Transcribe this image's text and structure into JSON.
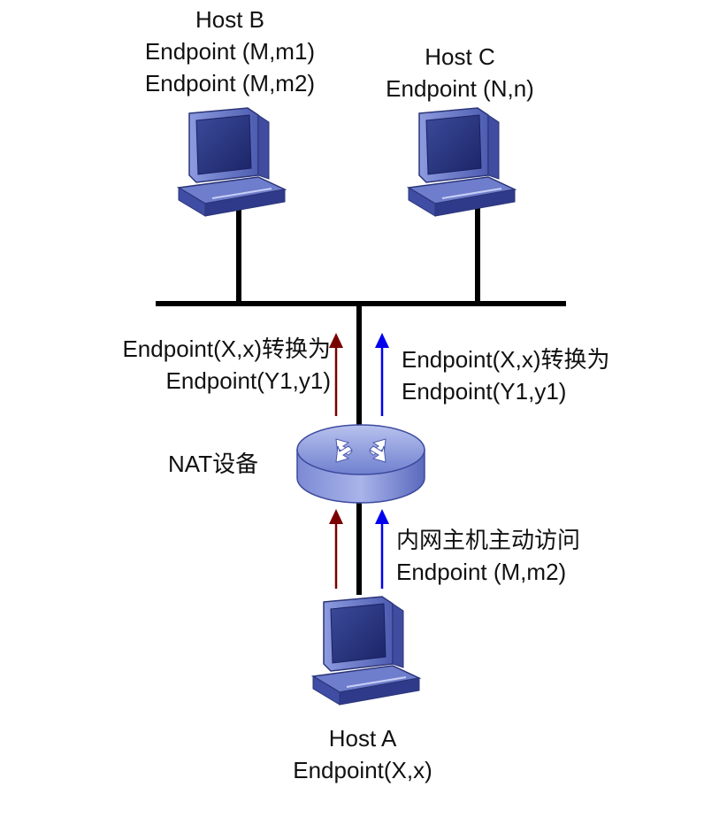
{
  "hosts": {
    "host_b": {
      "title": "Host B",
      "lines": [
        "Endpoint (M,m1)",
        "Endpoint (M,m2)"
      ]
    },
    "host_c": {
      "title": "Host C",
      "lines": [
        "Endpoint (N,n)"
      ]
    },
    "host_a": {
      "title": "Host A",
      "lines": [
        "Endpoint(X,x)"
      ]
    }
  },
  "nat": {
    "label": "NAT设备"
  },
  "annotations": {
    "left_upper": [
      "Endpoint(X,x)转换为",
      "Endpoint(Y1,y1)"
    ],
    "right_upper": [
      "Endpoint(X,x)转换为",
      "Endpoint(Y1,y1)"
    ],
    "right_lower": [
      "内网主机主动访问",
      "Endpoint (M,m2)"
    ]
  },
  "colors": {
    "arrow_dark_red": "#7a0000",
    "arrow_blue": "#0000ee",
    "line": "#000000",
    "device_blue": "#5c6fc1"
  },
  "icons": {
    "host": "desktop-computer-icon",
    "nat": "router-icon"
  }
}
